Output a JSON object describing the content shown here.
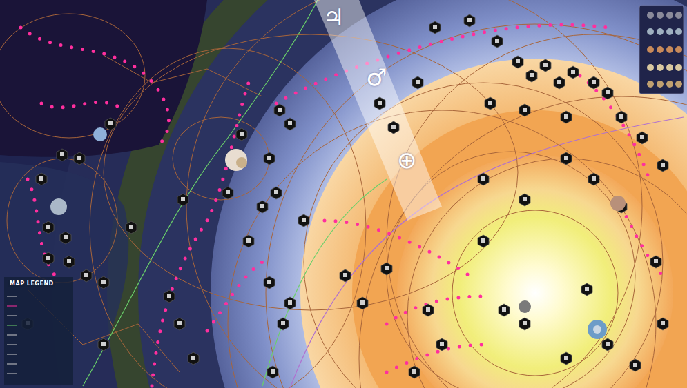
{
  "diagram": {
    "labels": [
      "♃",
      "♂",
      "⊕",
      "MAP LEGEND"
    ]
  }
}
